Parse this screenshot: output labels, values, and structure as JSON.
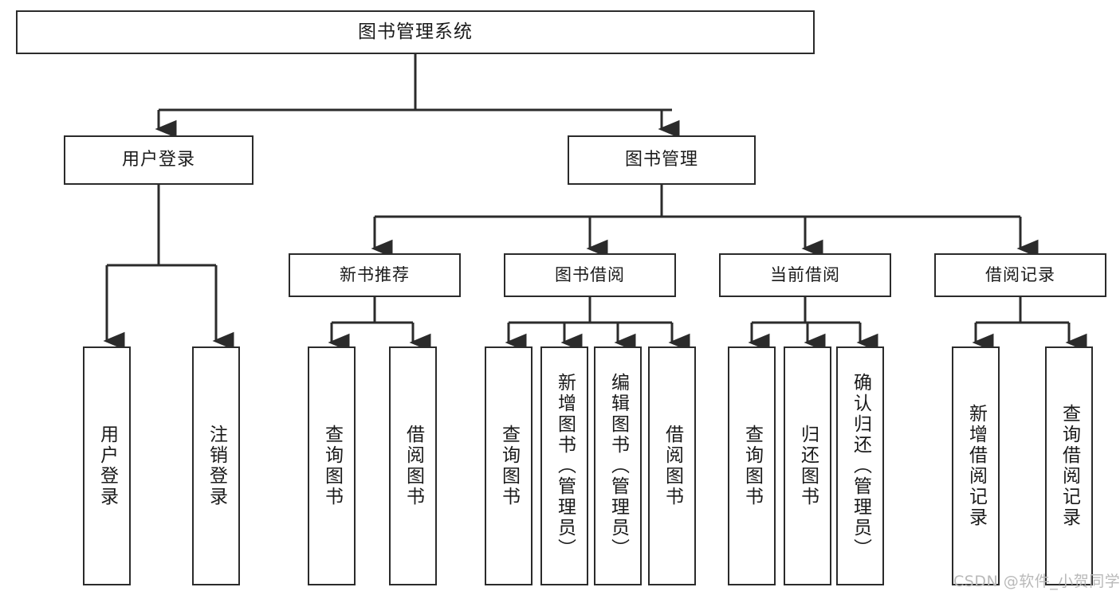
{
  "diagram": {
    "type": "tree-hierarchy",
    "title": "图书管理系统",
    "root": {
      "label": "图书管理系统"
    },
    "level1": [
      {
        "id": "user-login",
        "label": "用户登录"
      },
      {
        "id": "book-manage",
        "label": "图书管理"
      }
    ],
    "level2": [
      {
        "id": "new-book-recommend",
        "label": "新书推荐",
        "parent": "book-manage"
      },
      {
        "id": "book-borrow",
        "label": "图书借阅",
        "parent": "book-manage"
      },
      {
        "id": "current-borrow",
        "label": "当前借阅",
        "parent": "book-manage"
      },
      {
        "id": "borrow-record",
        "label": "借阅记录",
        "parent": "book-manage"
      }
    ],
    "leaves": [
      {
        "id": "leaf-user-login",
        "label": "用户登录",
        "parent": "user-login"
      },
      {
        "id": "leaf-logout-login",
        "label": "注销登录",
        "parent": "user-login"
      },
      {
        "id": "leaf-query-book-1",
        "label": "查询图书",
        "parent": "new-book-recommend"
      },
      {
        "id": "leaf-borrow-book-1",
        "label": "借阅图书",
        "parent": "new-book-recommend"
      },
      {
        "id": "leaf-query-book-2",
        "label": "查询图书",
        "parent": "book-borrow"
      },
      {
        "id": "leaf-add-book",
        "label": "新增图书（管理员）",
        "parent": "book-borrow"
      },
      {
        "id": "leaf-edit-book",
        "label": "编辑图书（管理员）",
        "parent": "book-borrow"
      },
      {
        "id": "leaf-borrow-book-2",
        "label": "借阅图书",
        "parent": "book-borrow"
      },
      {
        "id": "leaf-query-book-3",
        "label": "查询图书",
        "parent": "current-borrow"
      },
      {
        "id": "leaf-return-book",
        "label": "归还图书",
        "parent": "current-borrow"
      },
      {
        "id": "leaf-confirm-return",
        "label": "确认归还（管理员）",
        "parent": "current-borrow"
      },
      {
        "id": "leaf-add-record",
        "label": "新增借阅记录",
        "parent": "borrow-record"
      },
      {
        "id": "leaf-query-record",
        "label": "查询借阅记录",
        "parent": "borrow-record"
      }
    ],
    "colors": {
      "border": "#2b2b2b",
      "background": "#ffffff",
      "text": "#1a1a1a",
      "watermark": "#b9b9b9"
    }
  },
  "watermark": {
    "text": "CSDN @软件_小贺同学"
  }
}
